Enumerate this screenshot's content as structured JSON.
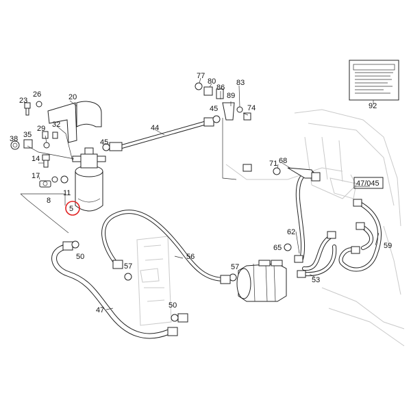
{
  "highlighted_part": "5",
  "highlight_color": "#e02020",
  "callouts": {
    "p20": "20",
    "p23": "23",
    "p26": "26",
    "p29": "29",
    "p32": "32",
    "p35": "35",
    "p38": "38",
    "p14": "14",
    "p17": "17",
    "p11": "11",
    "p8": "8",
    "p5": "5",
    "p44": "44",
    "p45a": "45",
    "p45b": "45",
    "p77": "77",
    "p80": "80",
    "p86": "86",
    "p89": "89",
    "p83": "83",
    "p74": "74",
    "p71": "71",
    "p68": "68",
    "p47_045": "47/045",
    "p62": "62",
    "p65": "65",
    "p59": "59",
    "p53": "53",
    "p56": "56",
    "p57a": "57",
    "p57b": "57",
    "p50a": "50",
    "p50b": "50",
    "p47": "47",
    "p92": "92"
  }
}
